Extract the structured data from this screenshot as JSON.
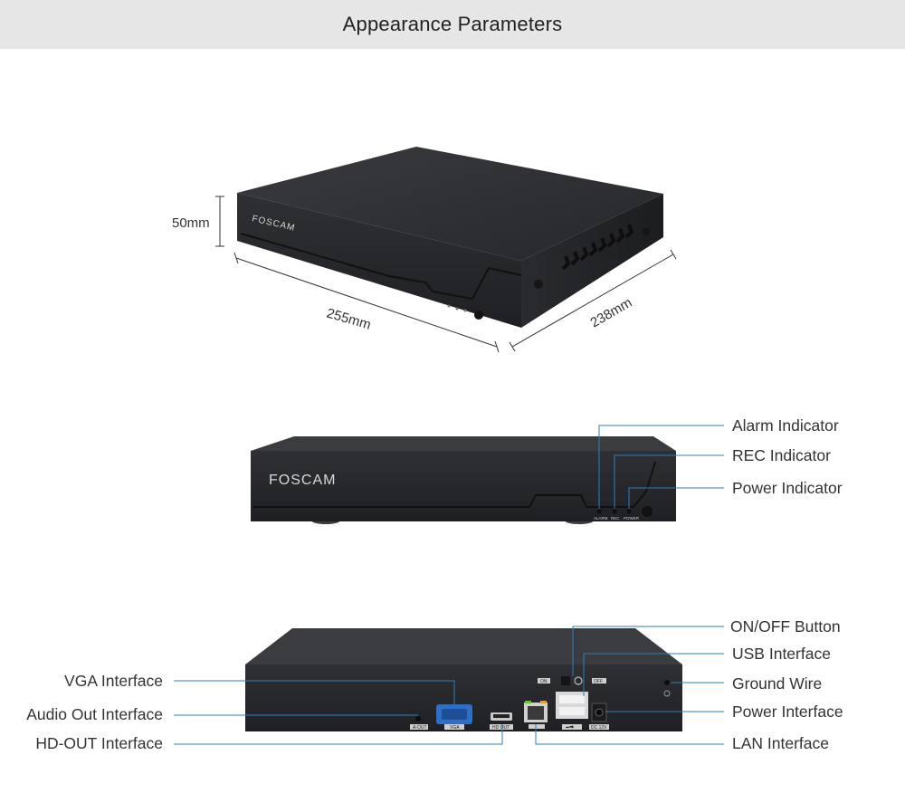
{
  "header": {
    "title": "Appearance Parameters"
  },
  "brand": "FOSCAM",
  "dimensions": {
    "height": "50mm",
    "width": "255mm",
    "depth": "238mm"
  },
  "front_panel": {
    "labels": [
      "ALARM",
      "REC",
      "POWER"
    ],
    "callouts": {
      "alarm": "Alarm Indicator",
      "rec": "REC Indicator",
      "power": "Power Indicator"
    }
  },
  "rear_panel": {
    "tags": {
      "aout": "A-OUT",
      "vga": "VGA",
      "hdout": "HD OUT",
      "on": "ON",
      "off": "OFF",
      "dc": "DC 12V",
      "usb": "⬅⮕"
    },
    "callouts_left": {
      "vga": "VGA Interface",
      "audio": "Audio Out Interface",
      "hdout": "HD-OUT Interface"
    },
    "callouts_right": {
      "onoff": "ON/OFF Button",
      "usb": "USB Interface",
      "ground": "Ground Wire",
      "power": "Power Interface",
      "lan": "LAN Interface"
    }
  },
  "colors": {
    "leader": "#2d7fb7",
    "header_bg": "#e6e6e6",
    "device": "#2b2c2f"
  }
}
